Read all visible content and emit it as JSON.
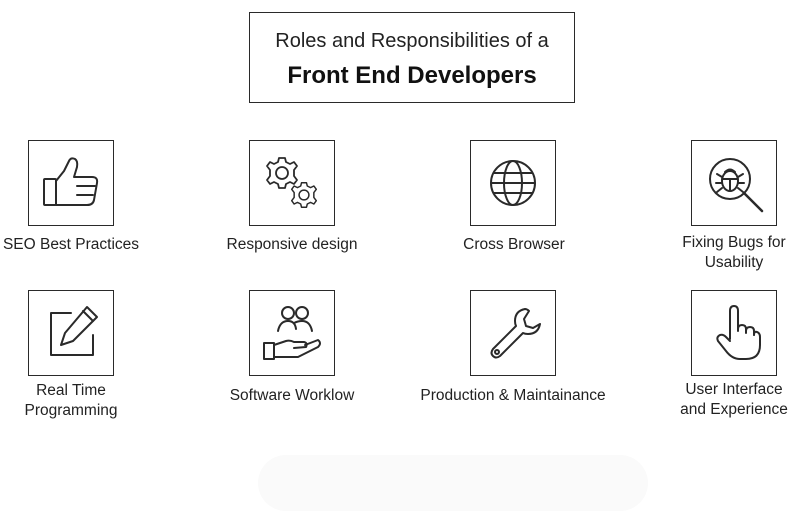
{
  "title": {
    "line1": "Roles and Responsibilities of a",
    "line2": "Front End Developers"
  },
  "items": [
    {
      "label": "SEO Best Practices",
      "icon": "thumbs-up-icon"
    },
    {
      "label": "Responsive design",
      "icon": "gears-icon"
    },
    {
      "label": "Cross Browser",
      "icon": "globe-icon"
    },
    {
      "label": "Fixing Bugs for\nUsability",
      "icon": "bug-magnifier-icon"
    },
    {
      "label": "Real Time\nProgramming",
      "icon": "edit-pencil-icon"
    },
    {
      "label": "Software Worklow",
      "icon": "team-hand-icon"
    },
    {
      "label": "Production & Maintainance",
      "icon": "wrench-icon"
    },
    {
      "label": "User Interface\nand Experience",
      "icon": "pointer-hand-icon"
    }
  ],
  "colors": {
    "stroke": "#2a2a2a",
    "background": "#ffffff"
  }
}
